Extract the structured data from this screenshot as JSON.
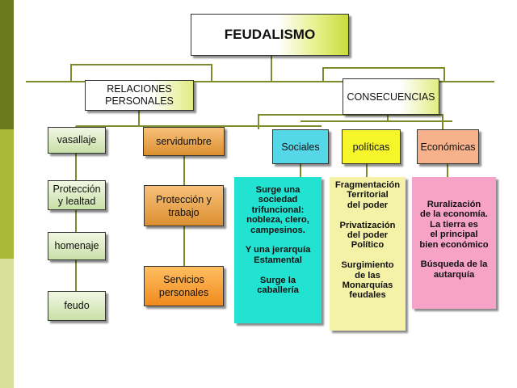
{
  "title": "FEUDALISMO",
  "relaciones": {
    "label": "RELACIONES\nPERSONALES"
  },
  "consecuencias": {
    "label": "CONSECUENCIAS"
  },
  "left_branches": {
    "vasallaje": "vasallaje",
    "proteccion_lealtad": "Protección\ny lealtad",
    "homenaje": "homenaje",
    "feudo": "feudo",
    "servidumbre": "servidumbre",
    "proteccion_trabajo": "Protección y\ntrabajo",
    "servicios": "Servicios\npersonales"
  },
  "categories": {
    "sociales": "Sociales",
    "politicas": "políticas",
    "economicas": "Económicas"
  },
  "details": {
    "sociales": "Surge una\nsociedad\ntrifuncional:\nnobleza, clero,\ncampesinos.\n\nY una jerarquía\nEstamental\n\nSurge la\ncaballería",
    "politicas": "Fragmentación\nTerritorial\ndel poder\n\nPrivatización\ndel poder\nPolítico\n\nSurgimiento\nde las\nMonarquías\nfeudales",
    "economicas": "Ruralización\nde la economía.\nLa tierra es\nel principal\nbien económico\n\nBúsqueda de la\nautarquía"
  },
  "colors": {
    "sidebar_dark": "#6b7a1c",
    "sidebar_mid": "#a9b838",
    "sidebar_light": "#d8df98",
    "line": "#7a8c2c",
    "aqua": "#22e3d1",
    "yellow": "#f6f62a",
    "pink": "#f6a3c7"
  }
}
